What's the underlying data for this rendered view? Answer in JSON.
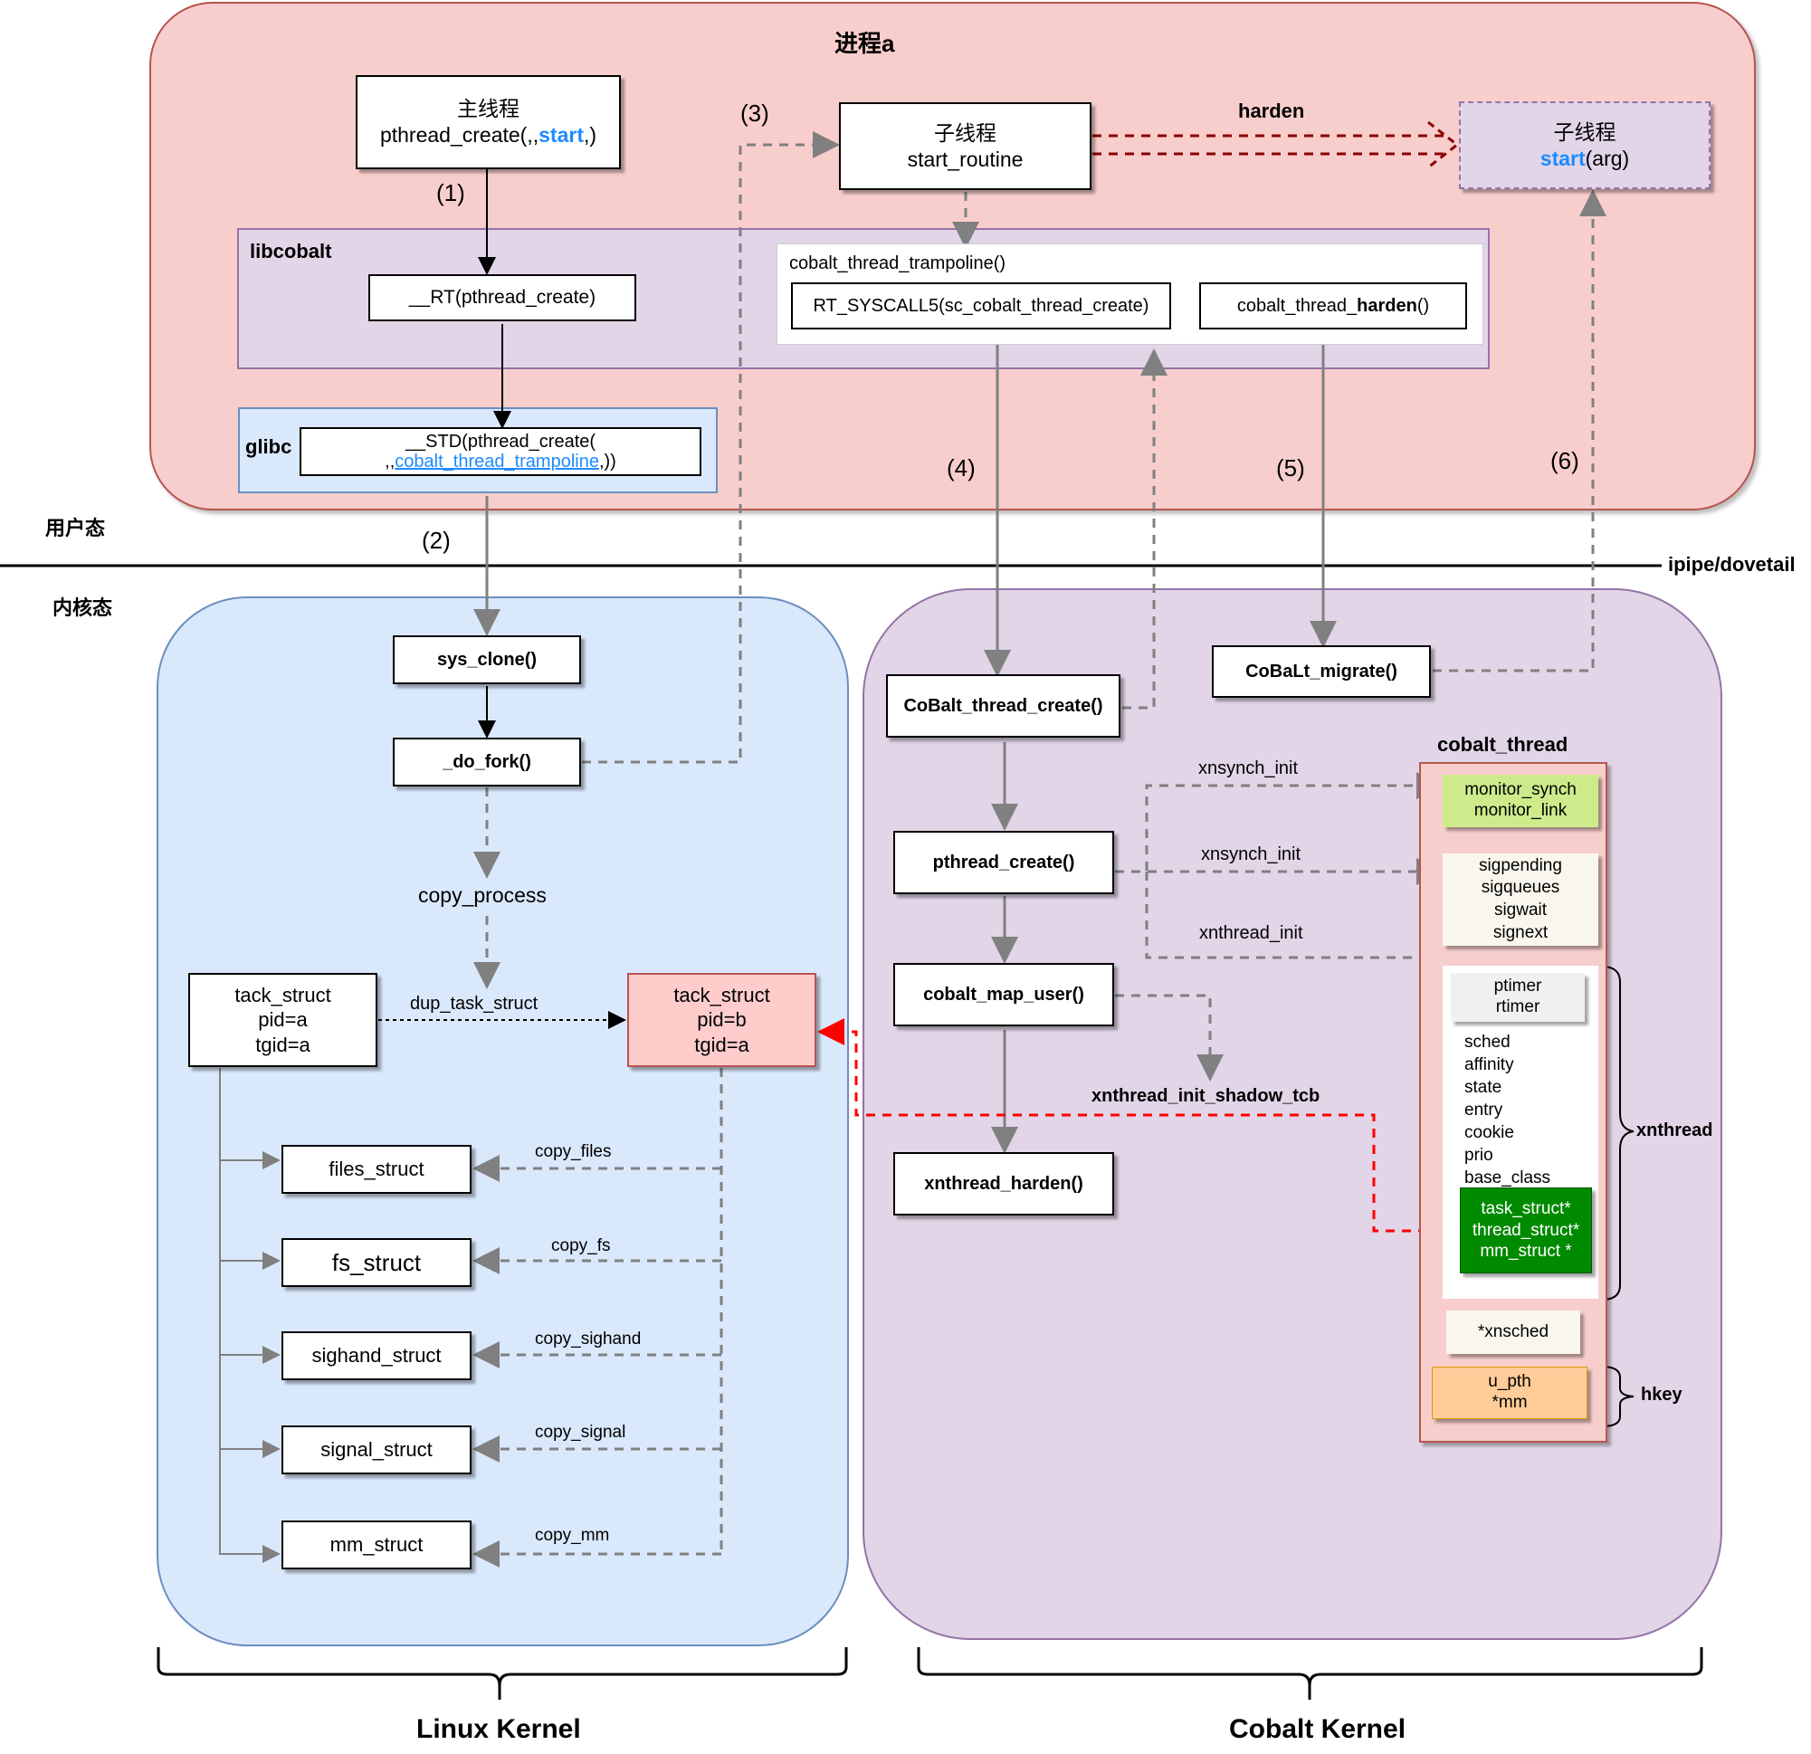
{
  "regions": {
    "process_title": "进程a",
    "libcobalt": "libcobalt",
    "glibc": "glibc",
    "user_mode": "用户态",
    "kernel_mode": "内核态",
    "divider_label": "ipipe/dovetail",
    "linux_kernel": "Linux Kernel",
    "cobalt_kernel": "Cobalt Kernel"
  },
  "user_space": {
    "main_thread": {
      "line1": "主线程",
      "line2_prefix": "pthread_create(,,",
      "line2_blue": "start",
      "line2_suffix": ",)"
    },
    "child_thread": {
      "line1": "子线程",
      "line2": "start_routine"
    },
    "child_thread_start": {
      "line1": "子线程",
      "line2_blue": "start",
      "line2_suffix": "(arg)"
    },
    "harden_label": "harden",
    "rt_pthread_create": "__RT(pthread_create)",
    "trampoline_title": "cobalt_thread_trampoline()",
    "rt_syscall": "RT_SYSCALL5(sc_cobalt_thread_create)",
    "cobalt_thread_harden": {
      "prefix": "cobalt_thread_",
      "bold": "harden",
      "suffix": "()"
    },
    "std_pthread_create": {
      "line1": "__STD(pthread_create(",
      "line2_prefix": ",,",
      "line2_blue": "cobalt_thread_trampoline",
      "line2_suffix": ",))"
    }
  },
  "step_labels": {
    "s1": "(1)",
    "s2": "(2)",
    "s3": "(3)",
    "s4": "(4)",
    "s5": "(5)",
    "s6": "(6)"
  },
  "linux": {
    "sys_clone": "sys_clone()",
    "do_fork": "_do_fork()",
    "copy_process": "copy_process",
    "dup_task_struct": "dup_task_struct",
    "task_a": {
      "line1": "tack_struct",
      "line2": "pid=a",
      "line3": "tgid=a"
    },
    "task_b": {
      "line1": "tack_struct",
      "line2": "pid=b",
      "line3": "tgid=a"
    },
    "structs": [
      {
        "name": "files_struct",
        "copy": "copy_files"
      },
      {
        "name": "fs_struct",
        "copy": "copy_fs"
      },
      {
        "name": "sighand_struct",
        "copy": "copy_sighand"
      },
      {
        "name": "signal_struct",
        "copy": "copy_signal"
      },
      {
        "name": "mm_struct",
        "copy": "copy_mm"
      }
    ]
  },
  "cobalt": {
    "cobalt_thread_create": "CoBalt_thread_create()",
    "cobalt_migrate": "CoBaLt_migrate()",
    "pthread_create": "pthread_create()",
    "cobalt_map_user": "cobalt_map_user()",
    "xnthread_harden": "xnthread_harden()",
    "xnsynch_init_1": "xnsynch_init",
    "xnsynch_init_2": "xnsynch_init",
    "xnthread_init": "xnthread_init",
    "xnthread_init_shadow_tcb": "xnthread_init_shadow_tcb",
    "cobalt_thread_title": "cobalt_thread",
    "monitor": [
      "monitor_synch",
      "monitor_link"
    ],
    "signals": [
      "sigpending",
      "sigqueues",
      "sigwait",
      "signext"
    ],
    "timers": [
      "ptimer",
      "rtimer"
    ],
    "fields": [
      "sched",
      "affinity",
      "state",
      "entry",
      "cookie",
      "prio",
      "base_class"
    ],
    "task_ptrs": [
      "task_struct*",
      "thread_struct*",
      "mm_struct *"
    ],
    "xnsched": "*xnsched",
    "hkey_fields": [
      "u_pth",
      "*mm"
    ],
    "xnthread_brace": "xnthread",
    "hkey_brace": "hkey"
  },
  "colors": {
    "process_bg": "#f8cecc",
    "libcobalt_bg": "#e1d5e7",
    "glibc_bg": "#dae8fc",
    "linux_bg": "#dae8fc",
    "cobalt_bg": "#e1d5e7",
    "task_b_bg": "#ffcccc",
    "monitor_bg": "#cdeb8b",
    "cream_bg": "#f9f7ed",
    "green_bg": "#008a00",
    "hkey_bg": "#ffcc99",
    "accent_blue": "#1e8bff",
    "harden_arrow": "#8b0000",
    "red_dashed": "#ff0000"
  }
}
